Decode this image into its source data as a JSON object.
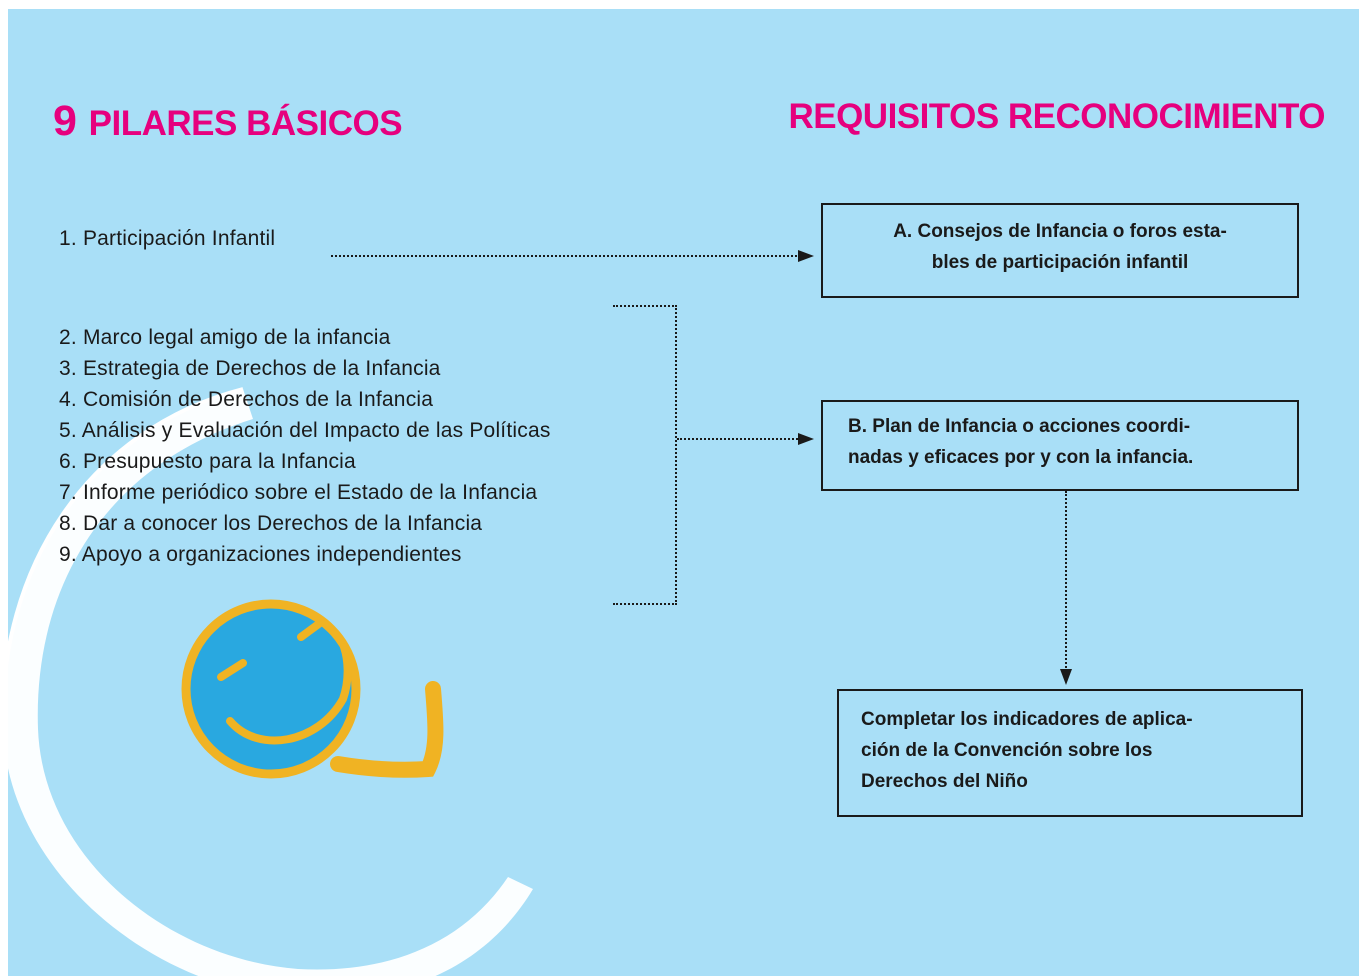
{
  "titles": {
    "left_number": "9",
    "left_text": "PILARES BÁSICOS",
    "right_text": "REQUISITOS RECONOCIMIENTO"
  },
  "pillars": {
    "first": "1. Participación Infantil",
    "rest": [
      "2. Marco legal amigo de la infancia",
      "3. Estrategia de Derechos de la Infancia",
      "4. Comisión de Derechos de la Infancia",
      "5. Análisis y Evaluación del Impacto de las Políticas",
      "6. Presupuesto para la Infancia",
      "7. Informe periódico sobre el Estado de la Infancia",
      "8. Dar a conocer los Derechos de la Infancia",
      "9. Apoyo a organizaciones independientes"
    ]
  },
  "requirements": {
    "a": [
      "A. Consejos de Infancia o foros esta-",
      "bles de participación infantil"
    ],
    "b": [
      "B. Plan de Infancia o acciones coordi-",
      "nadas y eficaces por y con la infancia."
    ],
    "c": [
      "Completar los indicadores de aplica-",
      "ción de la Convención sobre los",
      "Derechos del Niño"
    ]
  },
  "colors": {
    "background": "#a9dff7",
    "title": "#e6007e",
    "smiley_fill": "#29a8e0",
    "smiley_outline": "#f0b323",
    "swirl": "#ffffff"
  },
  "icons": {
    "decoration": "smiley-logo-icon",
    "arrows": "dotted-arrow-icon"
  }
}
